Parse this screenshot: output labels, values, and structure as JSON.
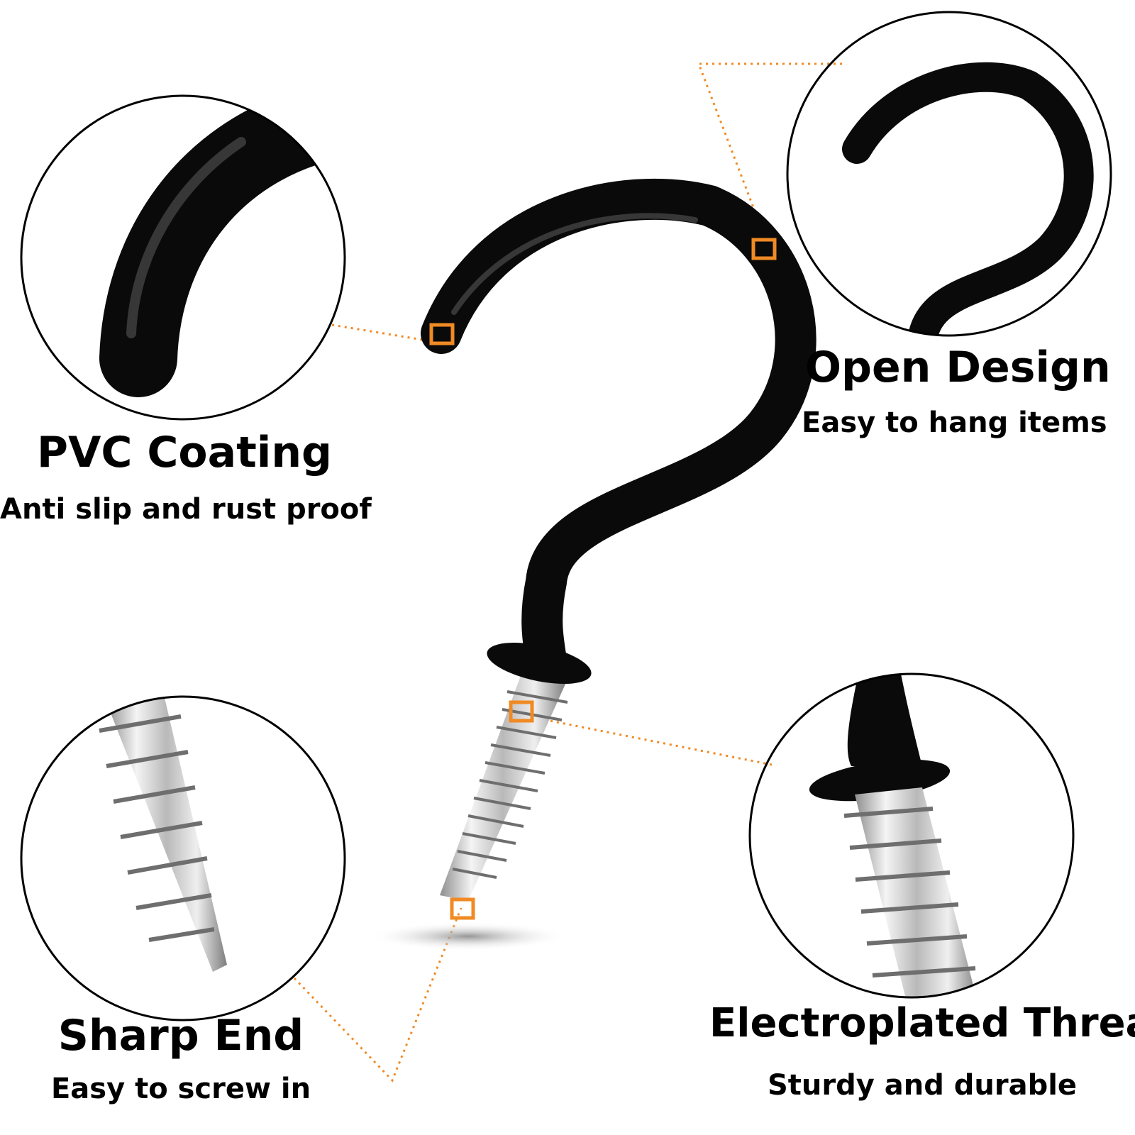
{
  "accent_color": "#f08a24",
  "hook_color": "#0a0a0a",
  "callouts": {
    "pvc": {
      "title": "PVC Coating",
      "subtitle": "Anti slip and rust proof"
    },
    "open": {
      "title": "Open Design",
      "subtitle": "Easy to hang items"
    },
    "sharp": {
      "title": "Sharp End",
      "subtitle": "Easy to screw in"
    },
    "thread": {
      "title": "Electroplated Thread",
      "subtitle": "Sturdy and durable"
    }
  }
}
